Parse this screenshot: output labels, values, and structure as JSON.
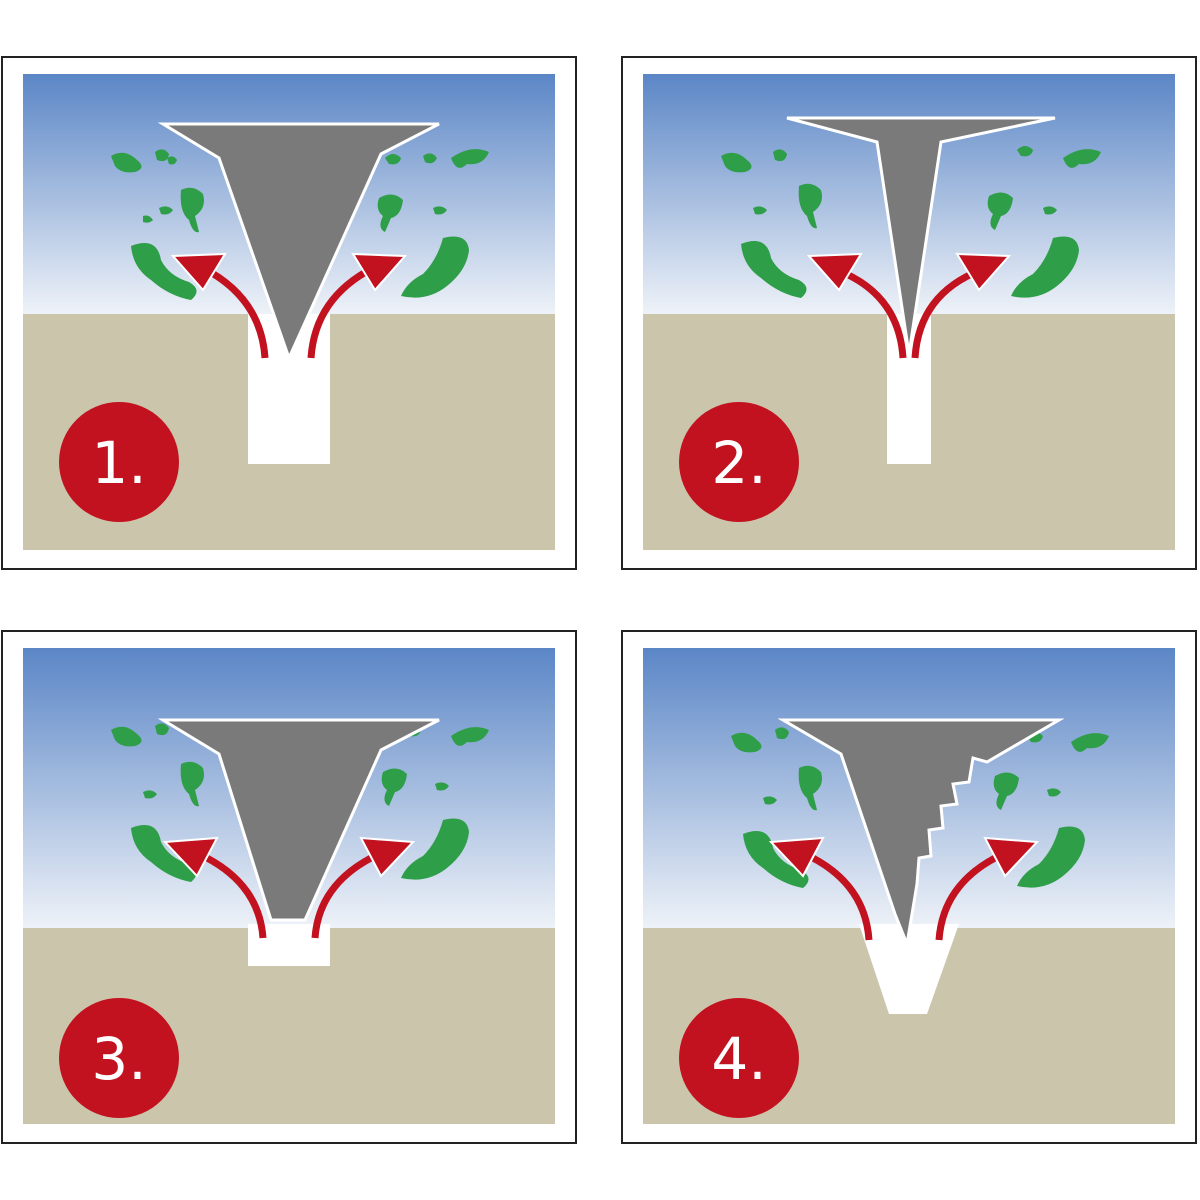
{
  "colors": {
    "sky_top": "#5b86c6",
    "sky_bottom": "#eef2f8",
    "ground": "#cbc5ac",
    "hole": "#ffffff",
    "stake": "#7a7a7a",
    "plants": "#2f9e48",
    "arrows": "#c3121f",
    "badge": "#c3121f"
  },
  "panels": [
    {
      "number_label": "1.",
      "stake_shape": "funnel-pointed",
      "hole_shape": "rectangular-deep"
    },
    {
      "number_label": "2.",
      "stake_shape": "t-shaped-narrow",
      "hole_shape": "narrow-deep"
    },
    {
      "number_label": "3.",
      "stake_shape": "funnel-blunt",
      "hole_shape": "shallow-rectangular"
    },
    {
      "number_label": "4.",
      "stake_shape": "funnel-serrated",
      "hole_shape": "v-shaped"
    }
  ],
  "icons": [
    "stake-icon",
    "arrow-icon",
    "plant-icon"
  ]
}
